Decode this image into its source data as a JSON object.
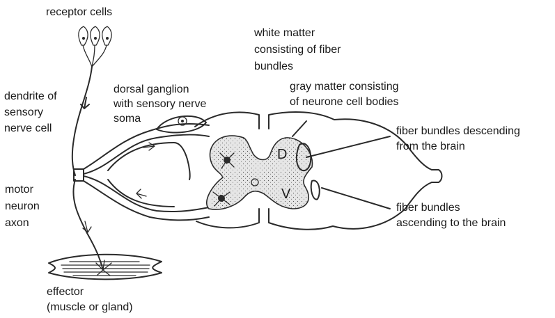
{
  "labels": {
    "receptor_cells": "receptor cells",
    "dendrite": [
      "dendrite of",
      "sensory",
      "nerve cell"
    ],
    "dorsal_ganglion": [
      "dorsal ganglion",
      "with sensory nerve",
      "soma"
    ],
    "white_matter": [
      "white matter",
      "consisting of fiber",
      "bundles"
    ],
    "gray_matter": [
      "gray matter consisting",
      "of neurone cell bodies"
    ],
    "fiber_descending": [
      "fiber bundles descending",
      "from the brain"
    ],
    "motor_axon": [
      "motor",
      "neuron",
      "axon"
    ],
    "fiber_ascending": [
      "fiber bundles",
      "ascending to the brain"
    ],
    "effector": [
      "effector",
      "(muscle or gland)"
    ],
    "dorsal_letter": "D",
    "ventral_letter": "V"
  }
}
